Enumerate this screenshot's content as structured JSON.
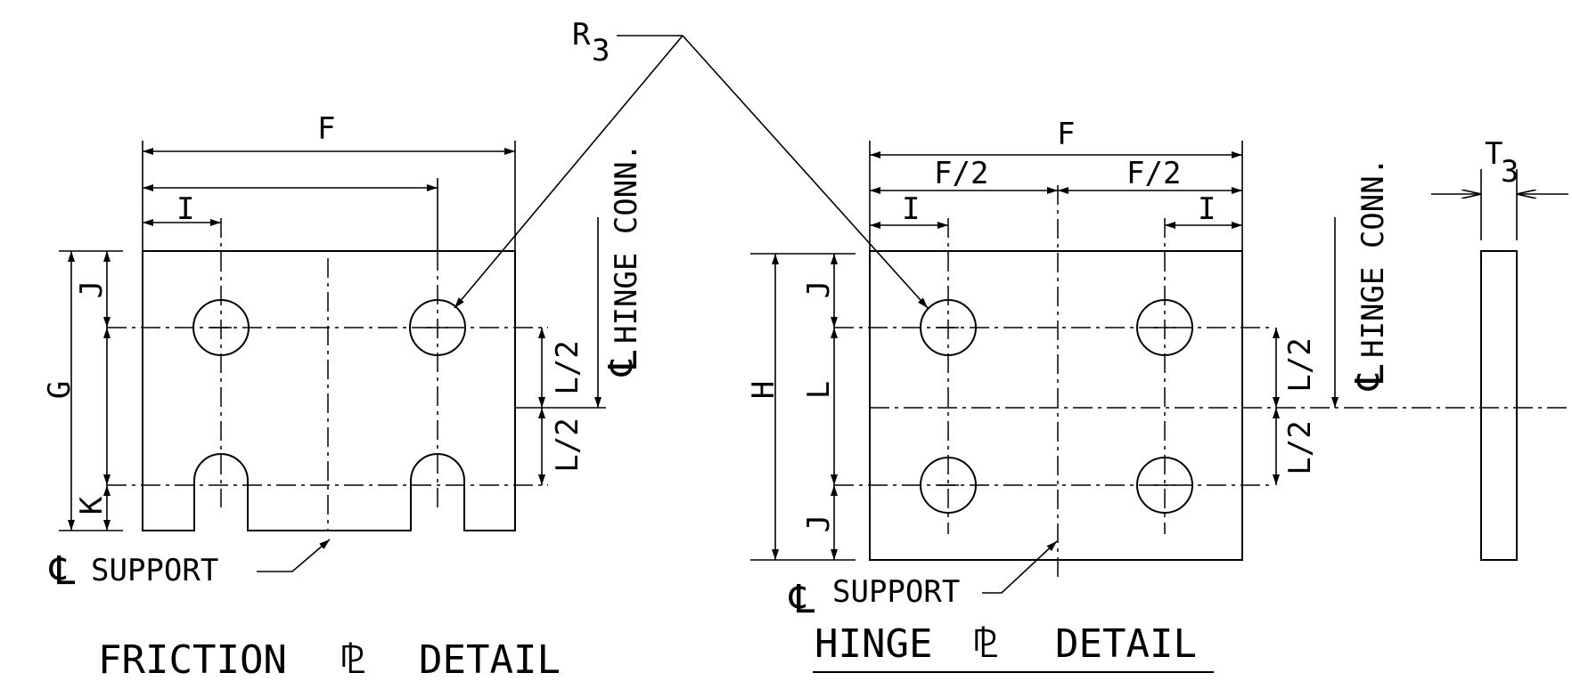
{
  "labels": {
    "R": "R",
    "R_sub": "3",
    "F": "F",
    "I": "I",
    "J": "J",
    "G": "G",
    "K": "K",
    "H": "H",
    "L": "L",
    "L2": "L/2",
    "F2": "F/2",
    "T": "T",
    "T_sub": "3",
    "hinge_conn": "HINGE CONN.",
    "support": "SUPPORT",
    "cl_symbol": "℄",
    "pl_symbol": "⅊"
  },
  "titles": {
    "friction_pre": "FRICTION",
    "hinge_pre": "HINGE",
    "detail": "DETAIL"
  }
}
